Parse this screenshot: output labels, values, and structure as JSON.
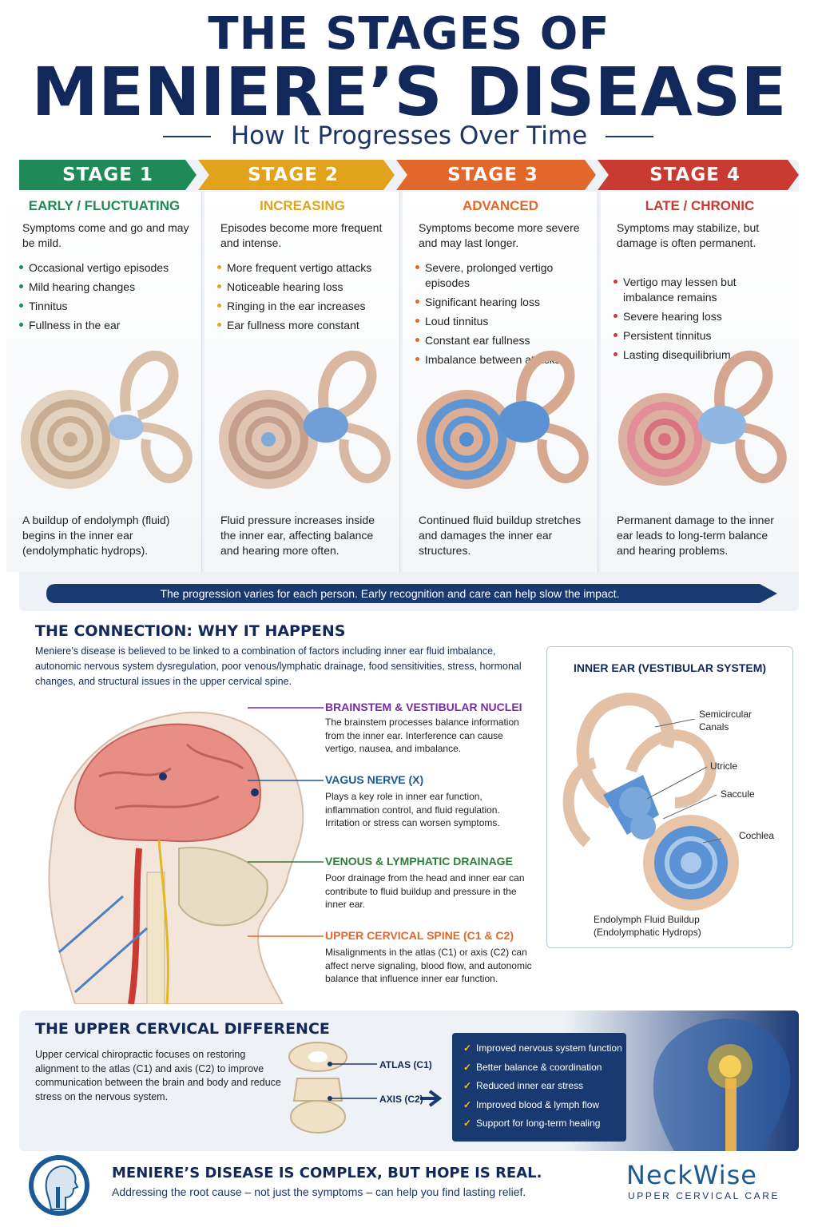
{
  "header": {
    "title_line1": "THE STAGES OF",
    "title_line2": "MENIERE’S DISEASE",
    "subtitle": "How It Progresses Over Time"
  },
  "stages": [
    {
      "label": "STAGE 1",
      "name": "EARLY / FLUCTUATING",
      "color": "#1f8a55",
      "intro": "Symptoms come and go and may be mild.",
      "bullets": [
        "Occasional vertigo episodes",
        "Mild hearing changes",
        "Tinnitus",
        "Fullness in the ear"
      ],
      "description": "A buildup of endolymph (fluid) begins in the inner ear (endolymphatic hydrops)."
    },
    {
      "label": "STAGE 2",
      "name": "INCREASING",
      "color": "#e2a21c",
      "intro": "Episodes become more frequent and intense.",
      "bullets": [
        "More frequent vertigo attacks",
        "Noticeable hearing loss",
        "Ringing in the ear increases",
        "Ear fullness more constant"
      ],
      "description": "Fluid pressure increases inside the inner ear, affecting balance and hearing more often."
    },
    {
      "label": "STAGE 3",
      "name": "ADVANCED",
      "color": "#e2672a",
      "intro": "Symptoms become more severe and may last longer.",
      "bullets": [
        "Severe, prolonged vertigo episodes",
        "Significant hearing loss",
        "Loud tinnitus",
        "Constant ear fullness",
        "Imbalance between attacks"
      ],
      "description": "Continued fluid buildup stretches and damages the inner ear structures."
    },
    {
      "label": "STAGE 4",
      "name": "LATE / CHRONIC",
      "color": "#c93a32",
      "intro": "Symptoms may stabilize, but damage is often permanent.",
      "bullets": [
        "Vertigo may lessen but imbalance remains",
        "Severe hearing loss",
        "Persistent tinnitus",
        "Lasting disequilibrium"
      ],
      "description": "Permanent damage to the inner ear leads to long-term balance and hearing problems."
    }
  ],
  "progression_note": "The progression varies for each person. Early recognition and care can help slow the impact.",
  "connection": {
    "title": "THE CONNECTION: WHY IT HAPPENS",
    "text": "Meniere’s disease is believed to be linked to a combination of factors including inner ear fluid imbalance, autonomic nervous system dysregulation, poor venous/lymphatic drainage, food sensitivities, stress, hormonal changes, and structural issues in the upper cervical spine.",
    "labels": [
      {
        "title": "BRAINSTEM & VESTIBULAR NUCLEI",
        "color": "#7a2aa6",
        "desc": "The brainstem processes balance information from the inner ear. Interference can cause vertigo, nausea, and imbalance."
      },
      {
        "title": "VAGUS NERVE (X)",
        "color": "#1c5a96",
        "desc": "Plays a key role in inner ear function, inflammation control, and fluid regulation. Irritation or stress can worsen symptoms."
      },
      {
        "title": "VENOUS & LYMPHATIC DRAINAGE",
        "color": "#2e7d3a",
        "desc": "Poor drainage from the head and inner ear can contribute to fluid buildup and pressure in the inner ear."
      },
      {
        "title": "UPPER CERVICAL SPINE (C1 & C2)",
        "color": "#e2672a",
        "desc": "Misalignments in the atlas (C1) or axis (C2) can affect nerve signaling, blood flow, and autonomic balance that influence inner ear function."
      }
    ]
  },
  "inner_ear": {
    "title": "INNER EAR (VESTIBULAR SYSTEM)",
    "labels": {
      "semicircular": "Semicircular Canals",
      "utricle": "Utricle",
      "saccule": "Saccule",
      "cochlea": "Cochlea",
      "endolymph_line1": "Endolymph Fluid Buildup",
      "endolymph_line2": "(Endolymphatic Hydrops)"
    }
  },
  "upper_cervical": {
    "title": "THE UPPER CERVICAL DIFFERENCE",
    "text": "Upper cervical chiropractic focuses on restoring alignment to the atlas (C1) and axis (C2) to improve communication between the brain and body and reduce stress on the nervous system.",
    "atlas_label": "ATLAS (C1)",
    "axis_label": "AXIS (C2)",
    "benefits": [
      "Improved nervous system function",
      "Better balance & coordination",
      "Reduced inner ear stress",
      "Improved blood & lymph flow",
      "Support for long-term healing"
    ]
  },
  "footer": {
    "title": "MENIERE’S DISEASE IS COMPLEX, BUT HOPE IS REAL.",
    "subtitle": "Addressing the root cause – not just the symptoms – can help you find lasting relief.",
    "brand_name": "NeckWise",
    "brand_tagline": "UPPER CERVICAL CARE"
  },
  "colors": {
    "navy": "#12285a",
    "accent_gold": "#f3c11b",
    "fluid_blue": "#4f8fd0"
  }
}
